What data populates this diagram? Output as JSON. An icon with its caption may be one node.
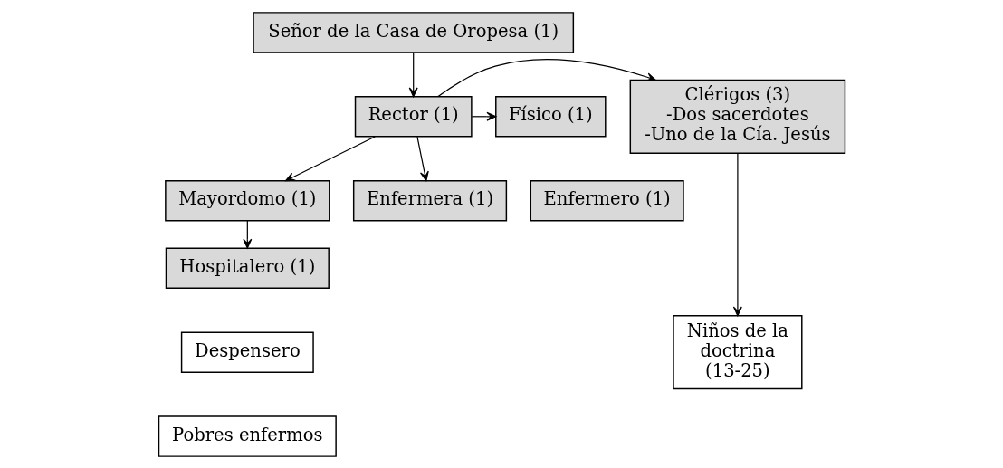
{
  "diagram": {
    "nodes": [
      {
        "text": [
          "Señor de la Casa de Oropesa (1)"
        ]
      },
      {
        "text": [
          "Clérigos (3)",
          "-Dos sacerdotes",
          "-Uno de la Cía. Jesús"
        ]
      },
      {
        "text": [
          "Rector (1)"
        ]
      },
      {
        "text": [
          "Físico (1)"
        ]
      },
      {
        "text": [
          "Mayordomo (1)"
        ]
      },
      {
        "text": [
          "Enfermera (1)"
        ]
      },
      {
        "text": [
          "Enfermero (1)"
        ]
      },
      {
        "text": [
          "Hospitalero (1)"
        ]
      },
      {
        "text": [
          "Niños de la doctrina (13-25)"
        ]
      },
      {
        "text": [
          "Despensero"
        ]
      },
      {
        "text": [
          "Pobres enfermos"
        ]
      }
    ],
    "edges": [
      {
        "from": 0,
        "to": 2,
        "arrow": "to"
      },
      {
        "from": 2,
        "to": 1,
        "arrow": "to"
      },
      {
        "from": 2,
        "to": 3,
        "arrow": "to"
      },
      {
        "from": 2,
        "to": 5,
        "arrow": "to"
      },
      {
        "from": 2,
        "to": 4,
        "arrow": "to"
      },
      {
        "from": 4,
        "to": 7,
        "arrow": "to"
      },
      {
        "from": 1,
        "to": 8,
        "arrow": "to"
      }
    ]
  }
}
